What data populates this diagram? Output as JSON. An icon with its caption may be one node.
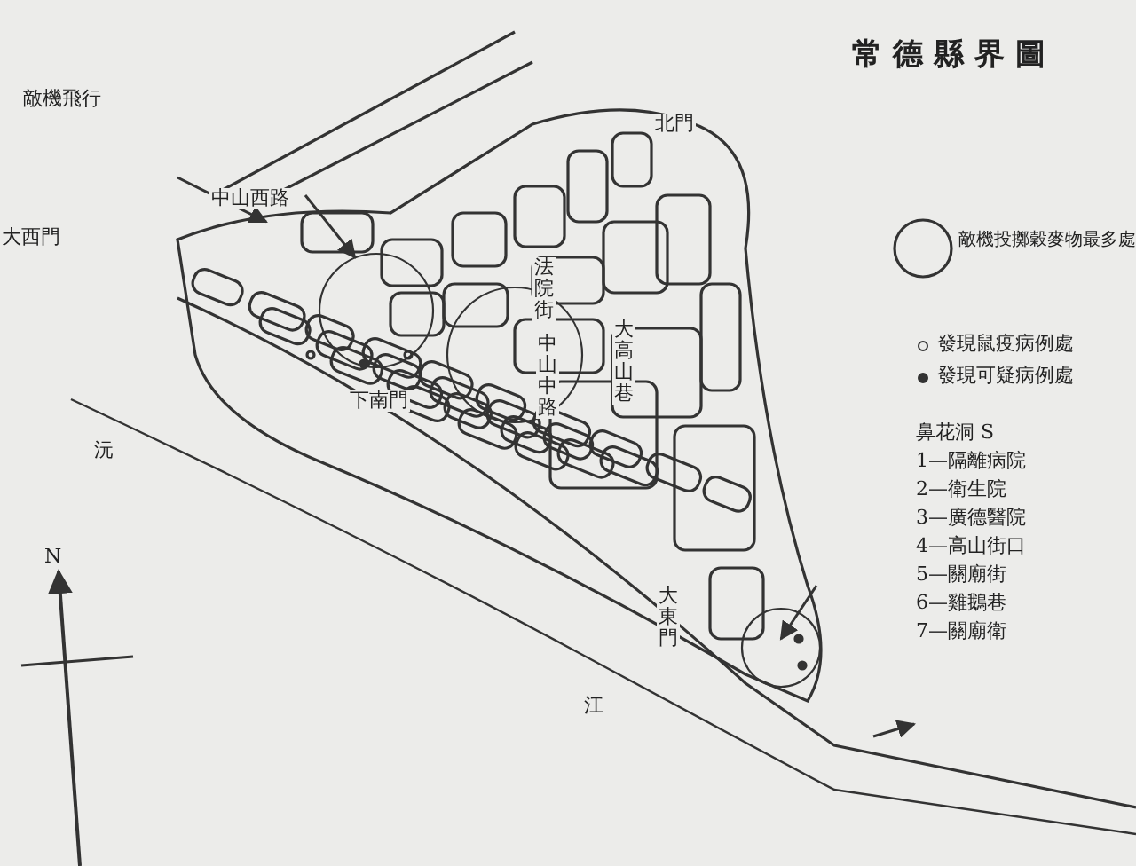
{
  "diagram": {
    "title": "常德縣界圖",
    "labels": [
      "敵機飛行",
      "北門",
      "大西門",
      "中山西路",
      "法院街",
      "下南門",
      "中山中路",
      "大高山巷",
      "沅",
      "大東門",
      "江",
      "N",
      "鼻花洞 S",
      "1—隔離病院",
      "2—衛生院",
      "3—廣德醫院",
      "4—高山街口",
      "5—關廟街",
      "6—雞鵝巷",
      "7—關廟衛"
    ],
    "legend": [
      {
        "text": "敵機投擲穀麥物最多處"
      },
      {
        "text": "發現鼠疫病例處"
      },
      {
        "text": "發現可疑病例處"
      }
    ]
  }
}
